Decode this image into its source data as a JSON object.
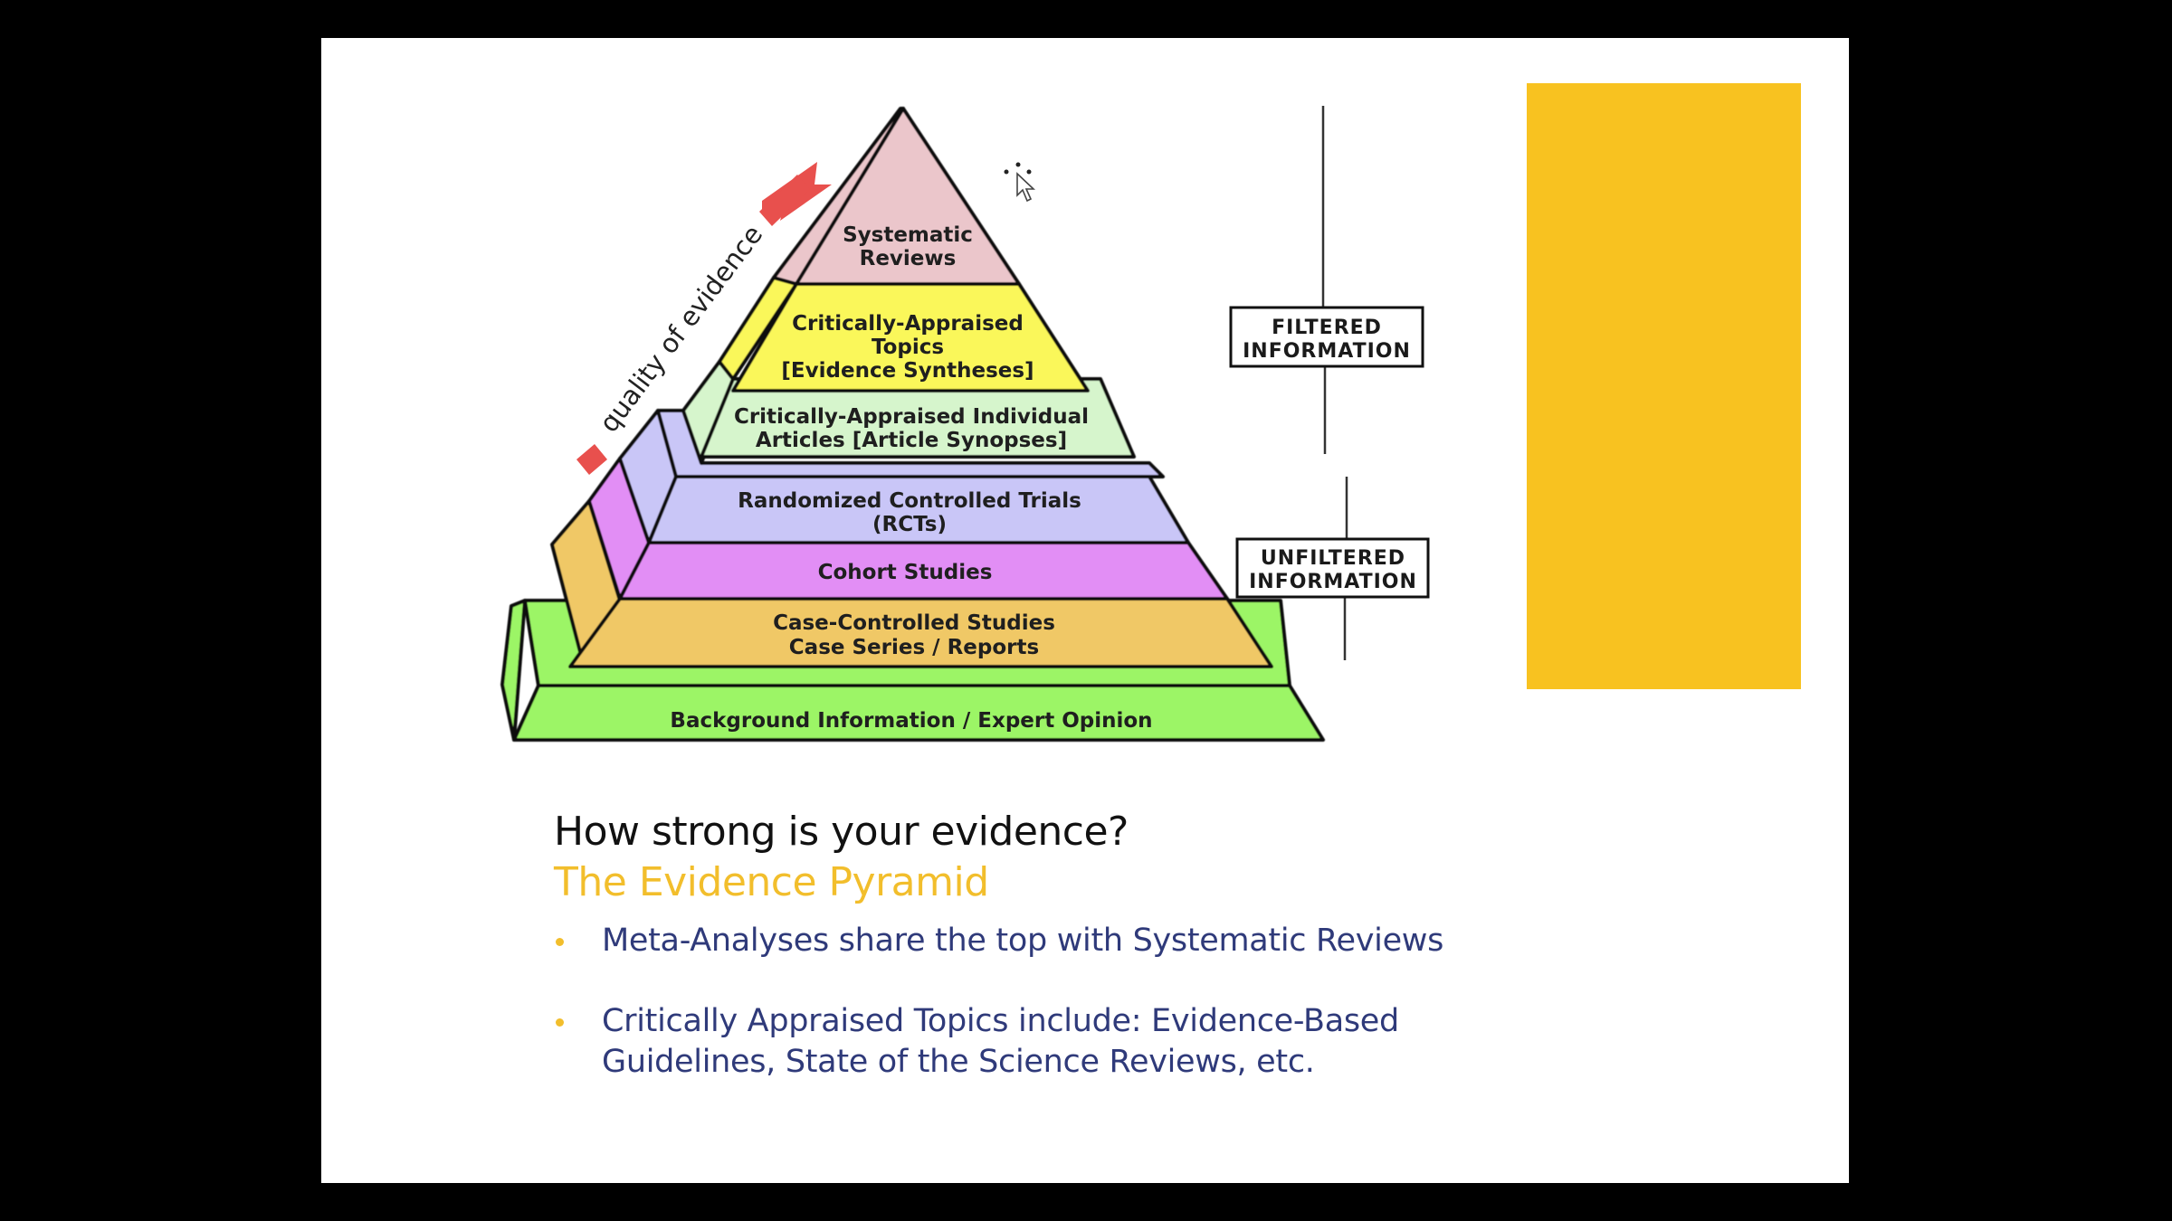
{
  "slide": {
    "accent_color": "#F8C220",
    "background_color": "#FFFFFF",
    "title": "How strong is your evidence?",
    "subtitle": "The Evidence Pyramid",
    "subtitle_color": "#F2BE2C",
    "bullet_color": "#F2BE2C",
    "body_text_color": "#2F3A7A",
    "bullets": [
      {
        "text": "Meta-Analyses share the top with Systematic Reviews"
      },
      {
        "text": "Critically Appraised Topics include: Evidence-Based Guidelines, State of the Science Reviews, etc."
      }
    ]
  },
  "pyramid": {
    "axis_label": "quality of evidence",
    "arrow_color": "#E8504D",
    "tiers": [
      {
        "lines": [
          "Systematic",
          "Reviews"
        ],
        "color": "#EBC6CB"
      },
      {
        "lines": [
          "Critically-Appraised",
          "Topics",
          "[Evidence Syntheses]"
        ],
        "color": "#FAF75A"
      },
      {
        "lines": [
          "Critically-Appraised Individual",
          "Articles [Article Synopses]"
        ],
        "color": "#D6F5CC"
      },
      {
        "lines": [
          "Randomized Controlled Trials",
          "(RCTs)"
        ],
        "color": "#C9C6F7"
      },
      {
        "lines": [
          "Cohort Studies"
        ],
        "color": "#E28EF5"
      },
      {
        "lines": [
          "Case-Controlled Studies",
          "Case Series / Reports"
        ],
        "color": "#F0C866"
      },
      {
        "lines": [
          "Background Information / Expert Opinion"
        ],
        "color": "#9CF566"
      }
    ],
    "groups": [
      {
        "lines": [
          "FILTERED",
          "INFORMATION"
        ]
      },
      {
        "lines": [
          "UNFILTERED",
          "INFORMATION"
        ]
      }
    ]
  },
  "cursor": {
    "icon": "pointer-cursor-icon"
  }
}
